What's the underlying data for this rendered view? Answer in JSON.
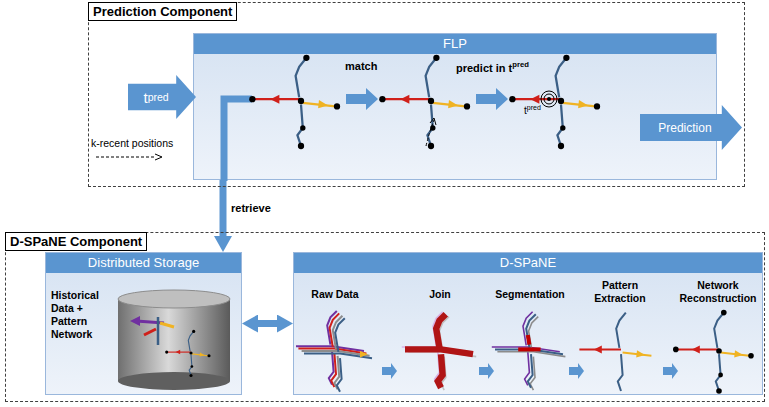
{
  "diagram": {
    "nodes": [
      {
        "text": [
          "Prediction Component"
        ]
      },
      {
        "text": [
          "FLP"
        ],
        "in": 0
      },
      {
        "text": [
          "t",
          "pred"
        ],
        "in": 0
      },
      {
        "text": [
          "Prediction"
        ],
        "in": 0
      },
      {
        "text": [
          "D-SPaNE Component"
        ]
      },
      {
        "text": [
          "Distributed Storage",
          "Historical Data + Pattern Network"
        ],
        "in": 4
      },
      {
        "text": [
          "D-SPaNE"
        ],
        "in": 4
      }
    ],
    "edges": [
      {
        "from": 1,
        "to": 5,
        "arrow": "to",
        "label": "retrieve"
      },
      {
        "from": 5,
        "to": 6,
        "arrow": "both"
      }
    ],
    "labels": [
      "k-recent positions",
      "match",
      "predict in t",
      "pred",
      "t",
      "pred",
      "Raw Data",
      "Join",
      "Segmentation",
      "Pattern Extraction",
      "Network Reconstruction"
    ]
  }
}
